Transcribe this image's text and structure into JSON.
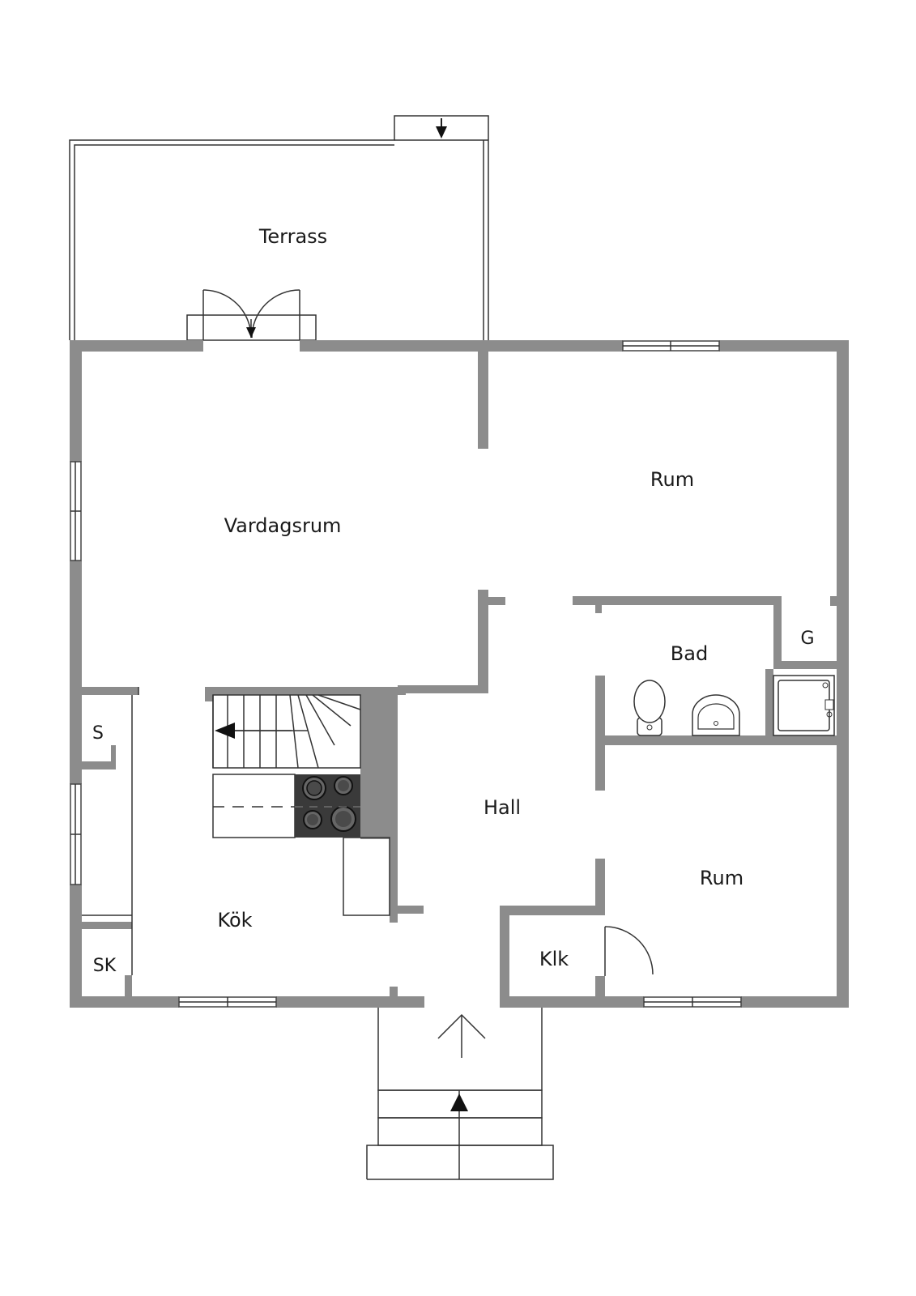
{
  "colors": {
    "wall": "#8c8c8c",
    "line": "#333333",
    "stove": "#3a3a3a",
    "background": "#ffffff"
  },
  "rooms": {
    "terrass": "Terrass",
    "vardagsrum": "Vardagsrum",
    "rum_north": "Rum",
    "bad": "Bad",
    "g": "G",
    "hall": "Hall",
    "rum_south": "Rum",
    "kok": "Kök",
    "klk": "Klk",
    "s": "S",
    "sk": "SK"
  },
  "icons": [
    "entrance-arrow-icon",
    "stair-direction-arrow-icon",
    "terrace-stair-arrow-icon",
    "toilet-icon",
    "sink-icon",
    "shower-icon",
    "stove-icon"
  ]
}
